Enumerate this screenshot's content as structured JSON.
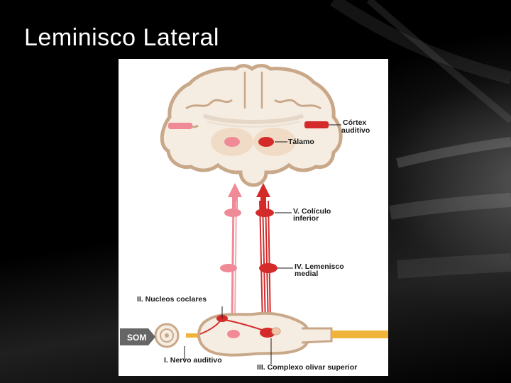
{
  "slide": {
    "title": "Leminisco Lateral"
  },
  "diagram": {
    "labels": {
      "cortex_line1": "Córtex",
      "cortex_line2": "auditivo",
      "talamo": "Tálamo",
      "coliculo_line1": "V. Colículo",
      "coliculo_line2": "inferior",
      "lemnisco_line1": "IV. Lemenisco",
      "lemnisco_line2": "medial",
      "nucleos": "II. Nucleos coclares",
      "som": "SOM",
      "nervo": "I. Nervo auditivo",
      "complexo": "III. Complexo olivar superior"
    },
    "colors": {
      "pathway_dark": "#d42a2a",
      "pathway_light": "#f08a96",
      "brain_fill": "#f6ede2",
      "brain_outline": "#c9a88a",
      "nerve_yellow": "#f0b43a"
    }
  }
}
